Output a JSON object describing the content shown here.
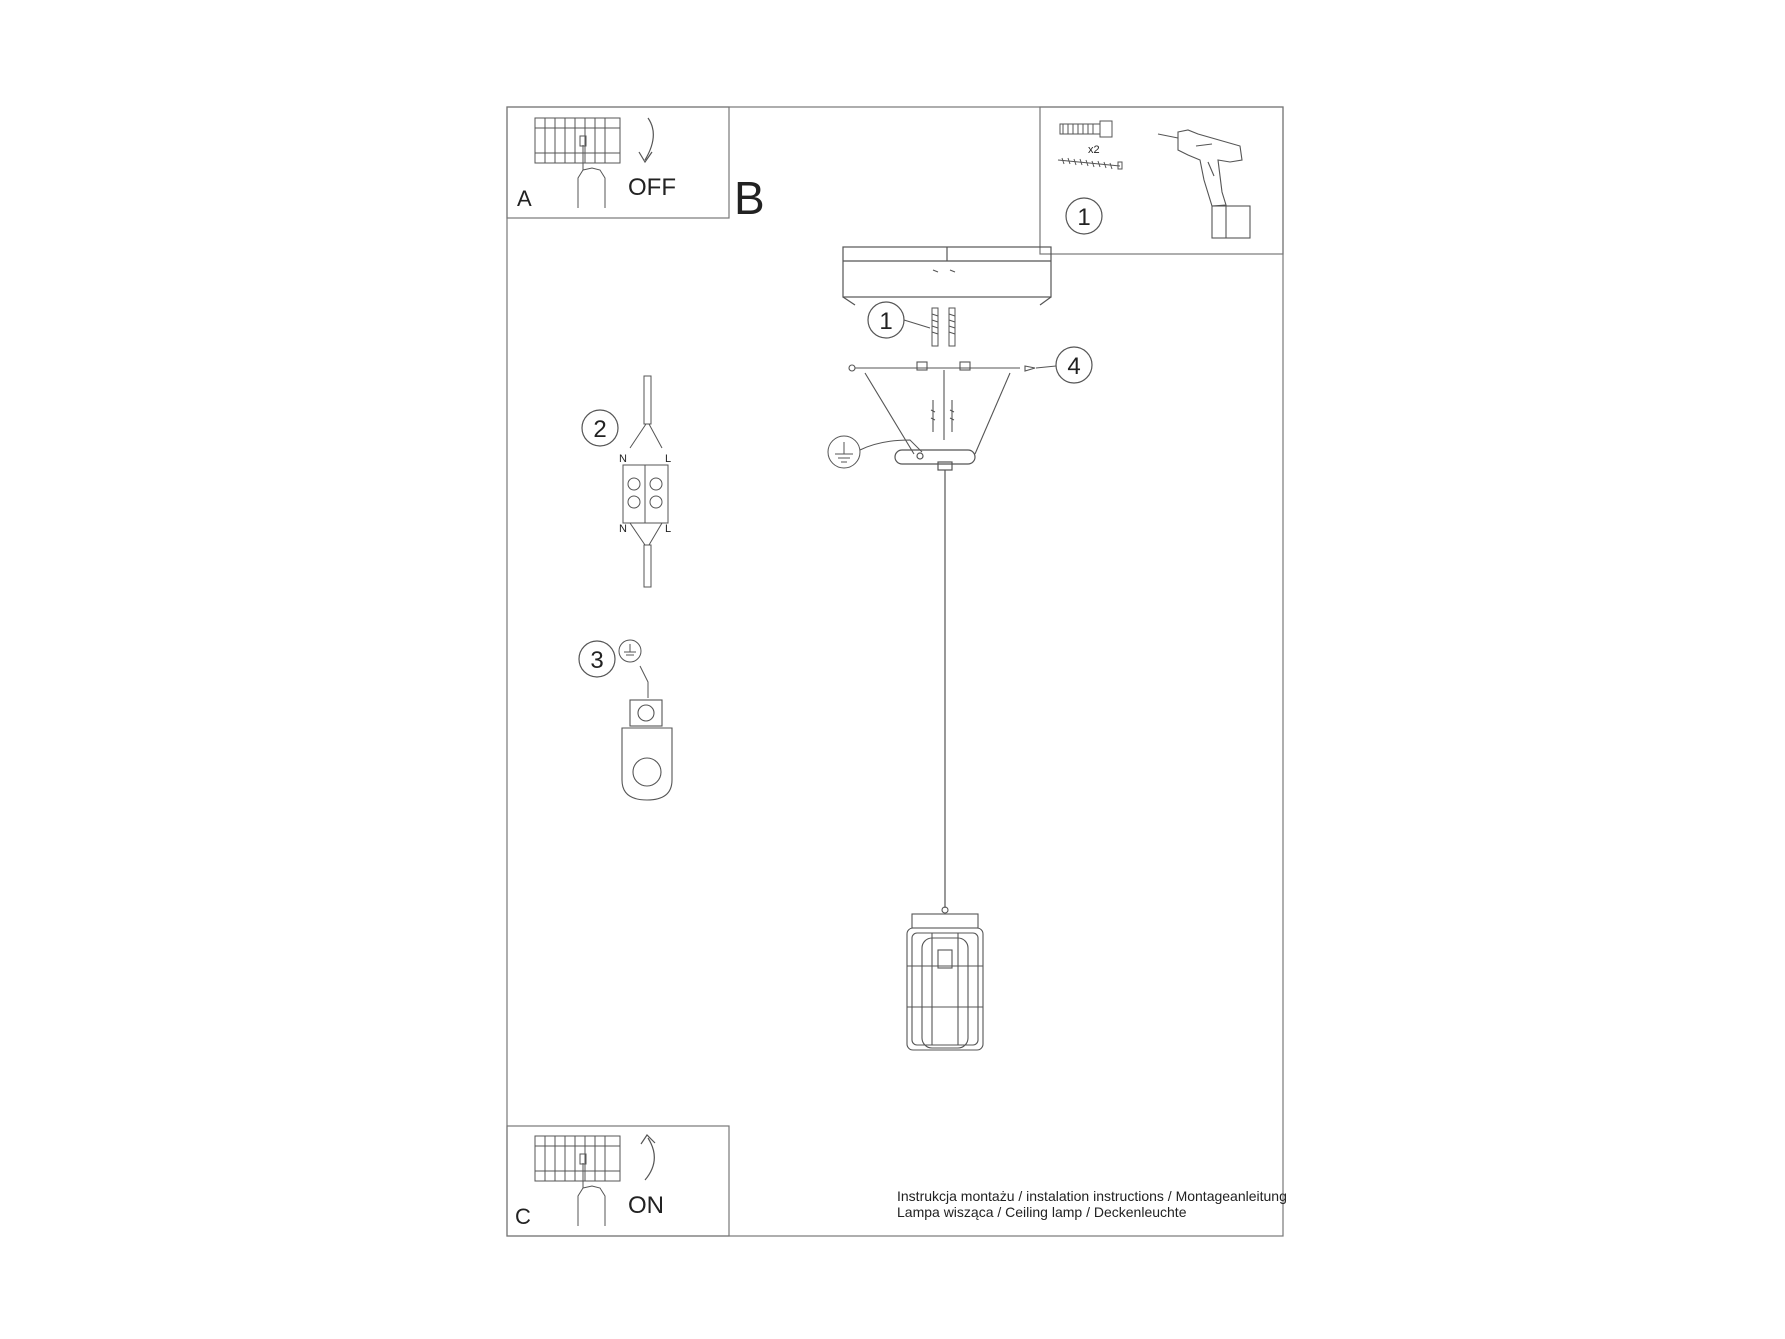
{
  "panels": {
    "a": {
      "letter": "A",
      "state": "OFF"
    },
    "b": {
      "letter": "B"
    },
    "c": {
      "letter": "C",
      "state": "ON"
    }
  },
  "tools": {
    "multiplier": "x2",
    "step": "1"
  },
  "steps": {
    "s1": "1",
    "s2": "2",
    "s3": "3",
    "s4": "4"
  },
  "terminal": {
    "n_top": "N",
    "l_top": "L",
    "n_bottom": "N",
    "l_bottom": "L"
  },
  "footer": {
    "line1": "Instrukcja montażu / instalation instructions / Montageanleitung",
    "line2": "Lampa wisząca / Ceiling lamp / Deckenleuchte"
  },
  "colors": {
    "line": "#555555",
    "border": "#777777",
    "text": "#222222"
  }
}
